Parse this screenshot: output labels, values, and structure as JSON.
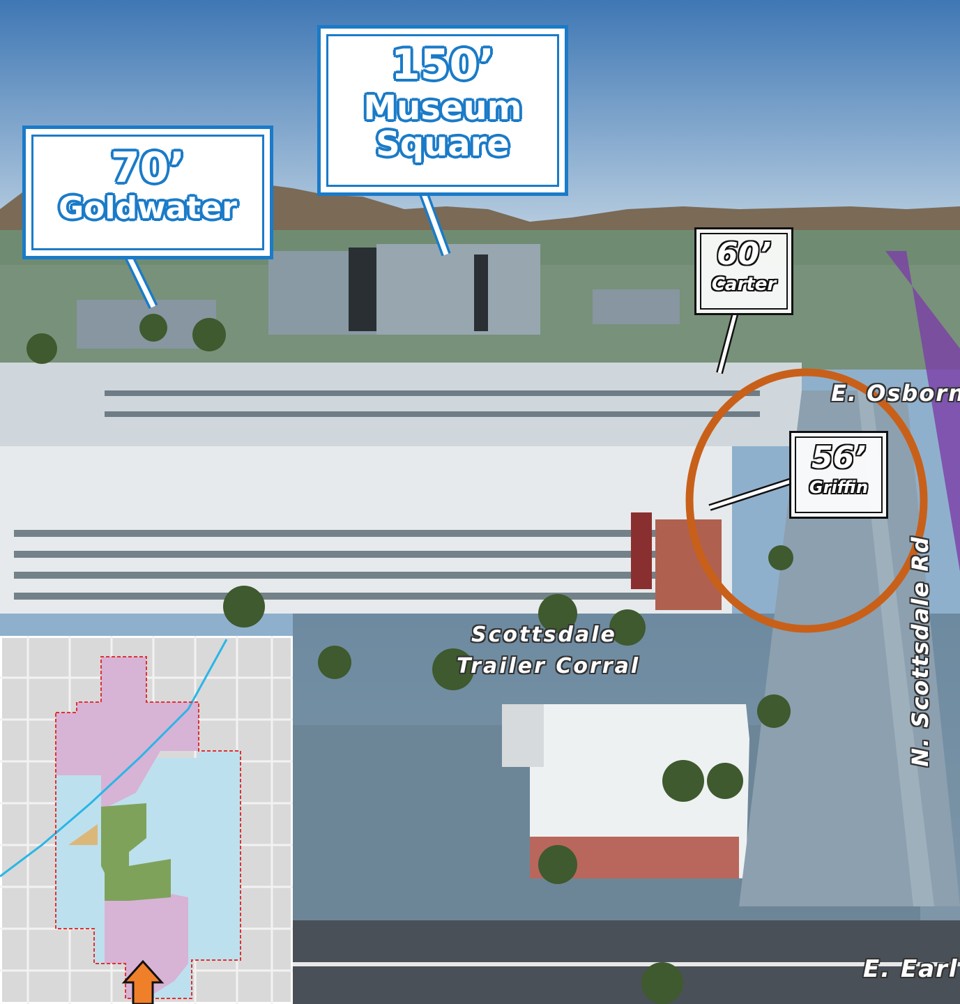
{
  "callouts": {
    "goldwater": {
      "height": "70’",
      "name": "Goldwater"
    },
    "museum_square": {
      "height": "150’",
      "name_line1": "Museum",
      "name_line2": "Square"
    },
    "carter": {
      "height": "60’",
      "name": "Carter"
    },
    "griffin": {
      "height": "56’",
      "name": "Griffin"
    }
  },
  "streets": {
    "osborn": "E. Osborn",
    "scottsdale_rd": "N. Scottsdale Rd",
    "earl": "E. Earl"
  },
  "landmark": {
    "line1": "Scottsdale",
    "line2": "Trailer Corral"
  },
  "colors": {
    "callout_blue": "#1a7bc8",
    "highlight_circle": "#c8601a",
    "inset_pink": "#d7b3d6",
    "inset_blue": "#bde0ee",
    "inset_green": "#7ea25a",
    "inset_tan": "#dcb77a",
    "inset_boundary": "#e03030",
    "inset_canal": "#29b6e6",
    "north_arrow": "#f07f2a"
  },
  "inset": {
    "north_arrow_icon": "north-arrow-icon"
  }
}
